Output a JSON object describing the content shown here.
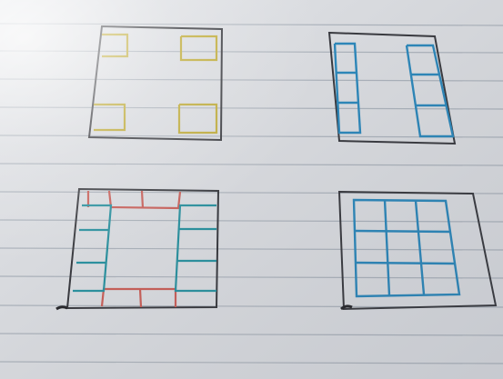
{
  "scene": {
    "paper_color": "#e6e8ec",
    "rule_line_color": "#aab2bc",
    "outline_color": "#3c3d42",
    "colors": {
      "yellow": "#c9b43a",
      "blue": "#2f8fc4",
      "red": "#d4655e",
      "teal": "#2e9aa8"
    }
  },
  "sketches": [
    {
      "name": "sketch-corner-squares",
      "fill_colors": [
        "yellow"
      ]
    },
    {
      "name": "sketch-side-columns",
      "fill_colors": [
        "blue"
      ]
    },
    {
      "name": "sketch-ring-grid",
      "fill_colors": [
        "teal",
        "red"
      ]
    },
    {
      "name": "sketch-nine-grid",
      "fill_colors": [
        "blue"
      ]
    }
  ]
}
